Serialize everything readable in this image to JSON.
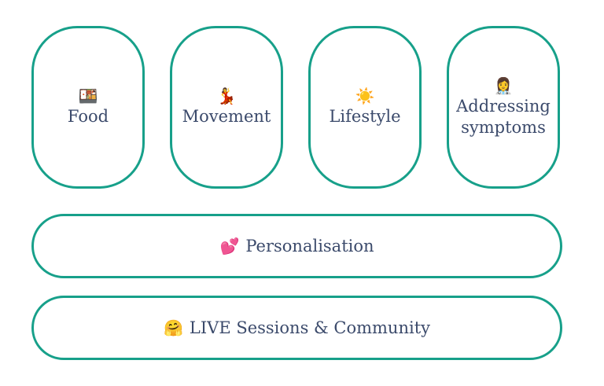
{
  "pillars": [
    {
      "icon": "bento-box-icon",
      "emoji": "🍱",
      "label": "Food"
    },
    {
      "icon": "dancer-icon",
      "emoji": "💃",
      "label": "Movement"
    },
    {
      "icon": "sun-icon",
      "emoji": "☀️",
      "label": "Lifestyle"
    },
    {
      "icon": "health-worker-icon",
      "emoji": "👩‍⚕️",
      "label": "Addressing\nsymptoms"
    }
  ],
  "bars": [
    {
      "icon": "two-hearts-icon",
      "emoji": "💕",
      "label": "Personalisation"
    },
    {
      "icon": "hugging-face-icon",
      "emoji": "🤗",
      "label": "LIVE Sessions & Community"
    }
  ],
  "colors": {
    "border": "#17a08a",
    "text": "#3b4a6b"
  }
}
